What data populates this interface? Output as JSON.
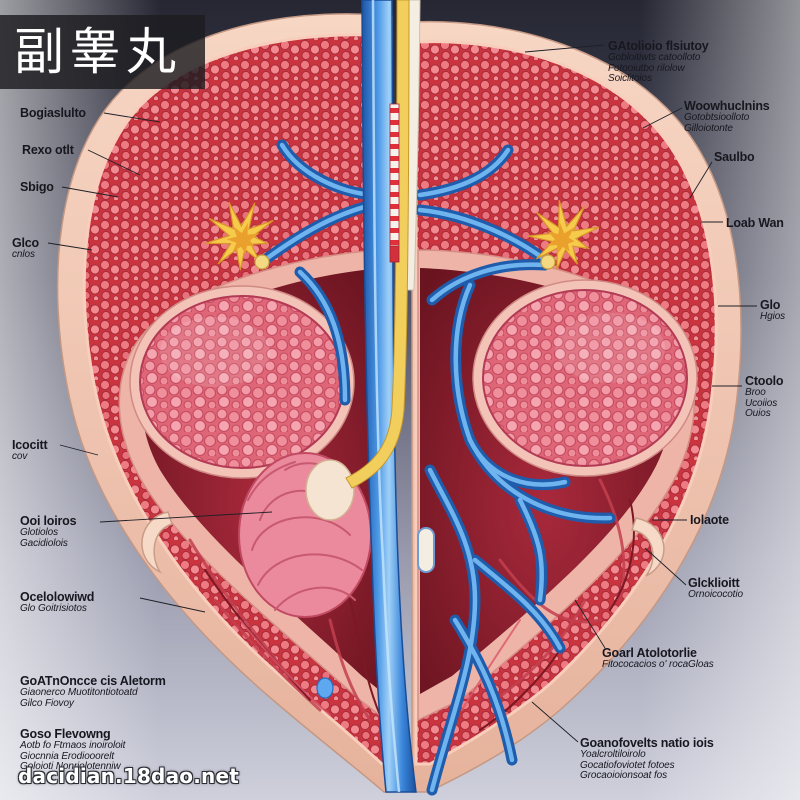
{
  "title": "副睾丸",
  "watermark": "dacidian.18dao.net",
  "labels": {
    "left": [
      {
        "lines": [
          "Bogiaslulto"
        ]
      },
      {
        "lines": [
          "Rexo otlt"
        ]
      },
      {
        "lines": [
          "Sbigo"
        ]
      },
      {
        "lines": [
          "Glco",
          "cnlos"
        ]
      },
      {
        "lines": [
          "Icocitt",
          "cov"
        ]
      },
      {
        "lines": [
          "Ooi loiros",
          "Glotiolos",
          "Gacidiolois"
        ]
      },
      {
        "lines": [
          "Ocelolowiwd",
          "Glo Goitrisiotos"
        ]
      },
      {
        "lines": [
          "GoATnOncce cis Aletorm",
          "Giaonerco Muotitontiotoatd",
          "Gilco Fiovoy"
        ]
      },
      {
        "lines": [
          "Goso Flevowng",
          "Aotb fo Ftmaos inoiroloit",
          "Giocnnia Erodiooorelt",
          "Goloioti Nonriolotenniw"
        ]
      }
    ],
    "right": [
      {
        "lines": [
          "GAtolioio flsiutoy",
          "Gobloitiwts catoolloto",
          "Fotooiutbo rilolow",
          "Soiclitoios"
        ]
      },
      {
        "lines": [
          "Woowhuclnins",
          "Gotobtsioolloto",
          "Gilloiotonte"
        ]
      },
      {
        "lines": [
          "Saulbo"
        ]
      },
      {
        "lines": [
          "Loab Wan"
        ]
      },
      {
        "lines": [
          "Glo",
          "Hgios"
        ]
      },
      {
        "lines": [
          "Ctoolo",
          "Broo",
          "Ucoiios",
          "Ouios"
        ]
      },
      {
        "lines": [
          "Iolaote"
        ]
      },
      {
        "lines": [
          "Glcklioitt",
          "Ornoicocotio"
        ]
      },
      {
        "lines": [
          "Goarl Atolotorlie",
          "Fitococacios o' rocaGloas"
        ]
      },
      {
        "lines": [
          "Goanofovelts natio iois",
          "Yoalcroltiloirolo",
          "Gocatiofoviotet fotoes",
          "Grocaoioionsoat fos"
        ]
      }
    ]
  }
}
